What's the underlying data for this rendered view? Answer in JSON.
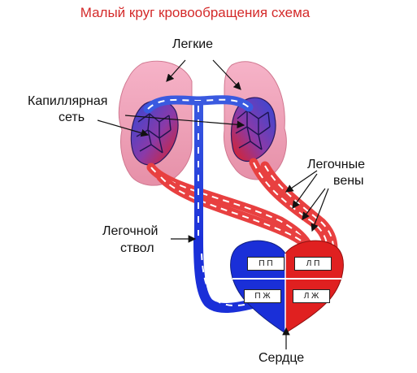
{
  "title": "Малый круг кровообращения схема",
  "labels": {
    "lungs": "Легкие",
    "capillary_line1": "Капиллярная",
    "capillary_line2": "сеть",
    "pulmonary_veins_line1": "Легочные",
    "pulmonary_veins_line2": "вены",
    "pulmonary_trunk_line1": "Легочной",
    "pulmonary_trunk_line2": "ствол",
    "heart": "Сердце"
  },
  "chambers": {
    "right_atrium": "П П",
    "left_atrium": "Л П",
    "right_ventricle": "П Ж",
    "left_ventricle": "Л Ж"
  },
  "colors": {
    "title": "#d42a2a",
    "venous_blood": "#2030d0",
    "arterial_blood": "#e02020",
    "lung_tissue": "#f0a0b8"
  }
}
